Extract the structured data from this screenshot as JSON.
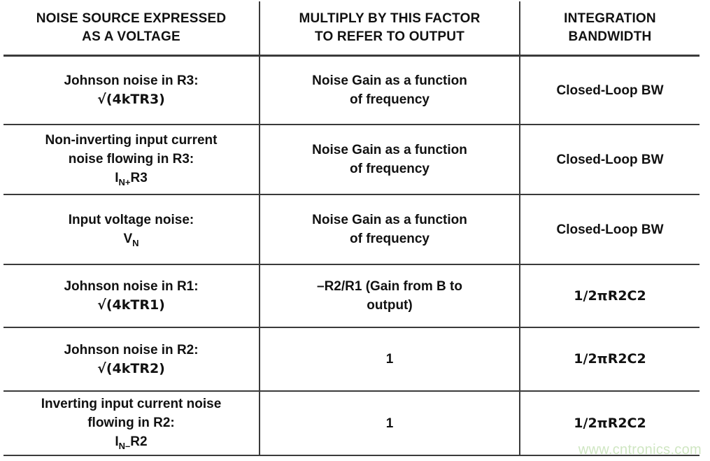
{
  "table": {
    "headers": [
      "NOISE SOURCE EXPRESSED AS A VOLTAGE",
      "MULTIPLY BY THIS FACTOR TO REFER TO OUTPUT",
      "INTEGRATION BANDWIDTH"
    ],
    "header_lines": {
      "h1_line1": "NOISE SOURCE EXPRESSED",
      "h1_line2": "AS A VOLTAGE",
      "h2_line1": "MULTIPLY BY THIS FACTOR",
      "h2_line2": "TO REFER TO OUTPUT",
      "h3_line1": "INTEGRATION",
      "h3_line2": "BANDWIDTH"
    },
    "rows": [
      {
        "source_line1": "Johnson noise in R3:",
        "source_line2": "√(4kTR3)",
        "source_sub": "",
        "source_sub_tail": "",
        "factor_line1": "Noise Gain as a function",
        "factor_line2": "of frequency",
        "bandwidth": "Closed-Loop BW"
      },
      {
        "source_line1": "Non-inverting input current",
        "source_line2": "noise flowing in R3:",
        "source_sym": "I",
        "source_sub": "N+",
        "source_sub_tail": "R3",
        "factor_line1": "Noise Gain as a function",
        "factor_line2": "of frequency",
        "bandwidth": "Closed-Loop BW"
      },
      {
        "source_line1": "Input voltage noise:",
        "source_sym": "V",
        "source_sub": "N",
        "source_sub_tail": "",
        "factor_line1": "Noise Gain as a function",
        "factor_line2": "of frequency",
        "bandwidth": "Closed-Loop BW"
      },
      {
        "source_line1": "Johnson noise in R1:",
        "source_line2": "√(4kTR1)",
        "factor_line1": "–R2/R1 (Gain from B to",
        "factor_line2": "output)",
        "bandwidth": "1/2πR2C2"
      },
      {
        "source_line1": "Johnson noise in R2:",
        "source_line2": "√(4kTR2)",
        "factor_line1": "1",
        "bandwidth": "1/2πR2C2"
      },
      {
        "source_line1": "Inverting input current noise",
        "source_line2": "flowing in R2:",
        "source_sym": "I",
        "source_sub": "N–",
        "source_sub_tail": "R2",
        "factor_line1": "1",
        "bandwidth": "1/2πR2C2"
      }
    ]
  },
  "watermark": {
    "text": "www.cntronics.com",
    "color": "#cfe6c2"
  }
}
